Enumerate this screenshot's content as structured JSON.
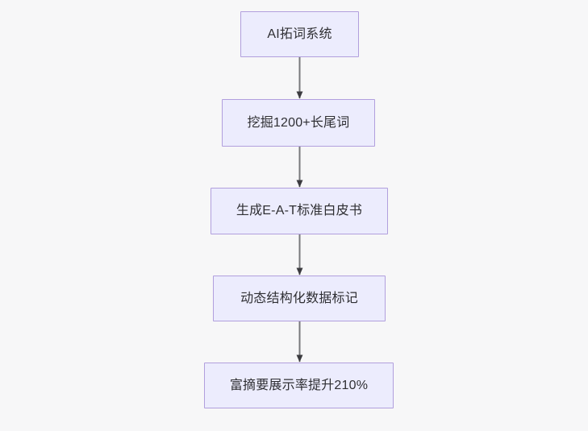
{
  "diagram": {
    "type": "flowchart",
    "orientation": "top-to-bottom",
    "background_color": "#f7f7f8",
    "node_fill_color": "#ececfd",
    "node_border_color": "#b19fdd",
    "node_text_color": "#2f2f33",
    "edge_color": "#78797c",
    "arrowhead_color": "#3b3b3f",
    "nodes": [
      {
        "id": "n0",
        "label": "AI拓词系统"
      },
      {
        "id": "n1",
        "label": "挖掘1200+长尾词"
      },
      {
        "id": "n2",
        "label": "生成E-A-T标准白皮书"
      },
      {
        "id": "n3",
        "label": "动态结构化数据标记"
      },
      {
        "id": "n4",
        "label": "富摘要展示率提升210%"
      }
    ],
    "edges": [
      {
        "from": "n0",
        "to": "n1",
        "label": ""
      },
      {
        "from": "n1",
        "to": "n2",
        "label": ""
      },
      {
        "from": "n2",
        "to": "n3",
        "label": ""
      },
      {
        "from": "n3",
        "to": "n4",
        "label": ""
      }
    ]
  }
}
